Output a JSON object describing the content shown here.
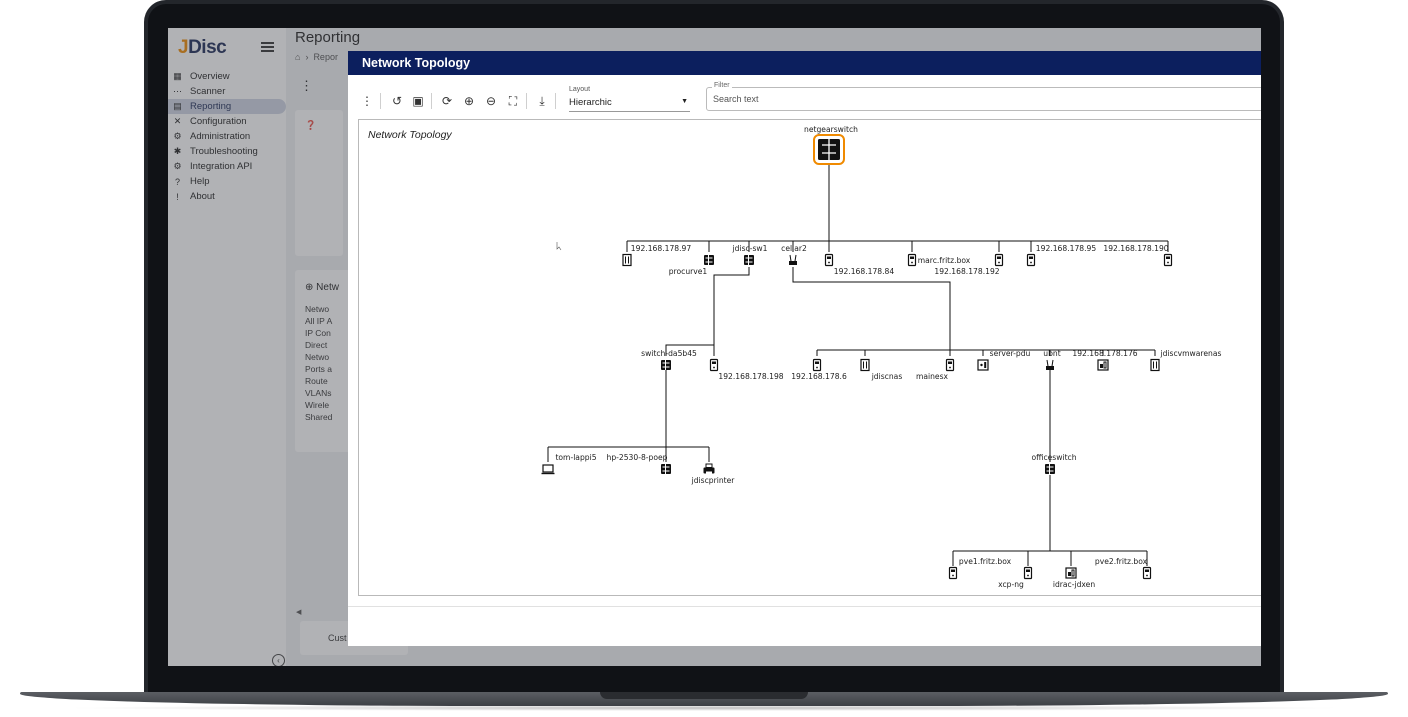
{
  "app": {
    "logo_prefix": "J",
    "logo_suffix": "Disc"
  },
  "sidebar": {
    "items": [
      {
        "label": "Overview",
        "icon": "dashboard-icon",
        "active": false
      },
      {
        "label": "Scanner",
        "icon": "scanner-icon",
        "active": false
      },
      {
        "label": "Reporting",
        "icon": "reporting-icon",
        "active": true
      },
      {
        "label": "Configuration",
        "icon": "tools-icon",
        "active": false
      },
      {
        "label": "Administration",
        "icon": "gear-icon",
        "active": false
      },
      {
        "label": "Troubleshooting",
        "icon": "bug-icon",
        "active": false
      },
      {
        "label": "Integration API",
        "icon": "api-gear-icon",
        "active": false
      },
      {
        "label": "Help",
        "icon": "help-icon",
        "active": false
      },
      {
        "label": "About",
        "icon": "info-icon",
        "active": false
      }
    ]
  },
  "main": {
    "title": "Reporting",
    "breadcrumb": "Repor",
    "section_title": "Netw",
    "section_items": [
      "Netwo",
      "All IP A",
      "IP Con",
      "Direct",
      "Netwo",
      "Ports a",
      "Route",
      "VLANs",
      "Wirele",
      "Shared"
    ],
    "bottom_card": "Cust"
  },
  "dialog": {
    "title": "Network Topology",
    "layout_label": "Layout",
    "layout_value": "Hierarchic",
    "filter_label": "Filter",
    "filter_placeholder": "Search text",
    "canvas_title": "Network Topology"
  },
  "topology": {
    "root": "netgearswitch",
    "level1": [
      "192.168.178.97",
      "procurve1",
      "jdisc-sw1",
      "cellar2",
      "192.168.178.84",
      "marc.fritz.box",
      "192.168.178.192",
      "192.168.178.95",
      "192.168.178.190"
    ],
    "level2": [
      "switch-da5b45",
      "192.168.178.198",
      "192.168.178.6",
      "jdiscnas",
      "mainesx",
      "server-pdu",
      "ubnt",
      "192.168.178.176",
      "jdiscvmwarenas"
    ],
    "level3": [
      "tom-lappi5",
      "hp-2530-8-poep",
      "jdiscprinter",
      "officeswitch"
    ],
    "level4": [
      "pve1.fritz.box",
      "xcp-ng",
      "idrac-jdxen",
      "pve2.fritz.box"
    ]
  },
  "colors": {
    "dialog_header": "#0c1f5e",
    "logo_accent": "#f08a00",
    "selection": "#f08a00"
  }
}
